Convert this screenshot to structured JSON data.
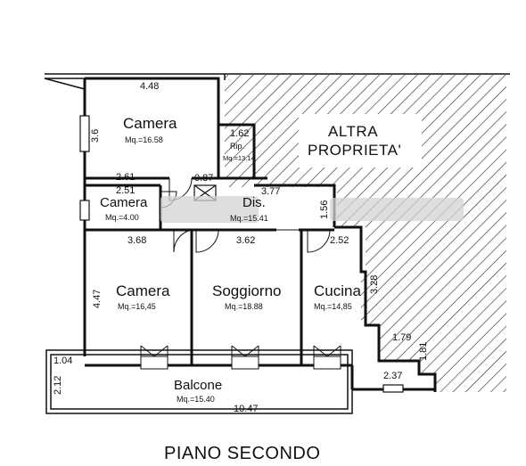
{
  "rooms": {
    "camera_top": {
      "name": "Camera",
      "area": "Mq.=16.58"
    },
    "rip": {
      "name": "Rip.",
      "area": "Mq.=13.14"
    },
    "camera_small": {
      "name": "Camera",
      "area": "Mq.=4.00"
    },
    "dis": {
      "name": "Dis.",
      "area": "Mq.=15.41"
    },
    "camera_bottom": {
      "name": "Camera",
      "area": "Mq.=16,45"
    },
    "soggiorno": {
      "name": "Soggiorno",
      "area": "Mq.=18.88"
    },
    "cucina": {
      "name": "Cucina",
      "area": "Mq.=14,85"
    },
    "balcone": {
      "name": "Balcone",
      "area": "Mq.=15.40"
    }
  },
  "other_property": {
    "line1": "ALTRA",
    "line2": "PROPRIETA'"
  },
  "dimensions": {
    "d_448": "4.48",
    "d_36": "3.6",
    "d_162": "1.62",
    "d_261": "2.61",
    "d_087": "0.87",
    "d_251": "2.51",
    "d_377": "3.77",
    "d_156": "1.56",
    "d_368": "3.68",
    "d_362": "3.62",
    "d_252": "2.52",
    "d_328": "3.28",
    "d_447": "4.47",
    "d_179": "1.79",
    "d_181": "1.81",
    "d_104": "1.04",
    "d_212": "2.12",
    "d_237": "2.37",
    "d_1047": "10.47"
  },
  "caption": "PIANO SECONDO",
  "colors": {
    "wall": "#111111",
    "hatch": "#333333",
    "blur": "#c9c9c9"
  }
}
